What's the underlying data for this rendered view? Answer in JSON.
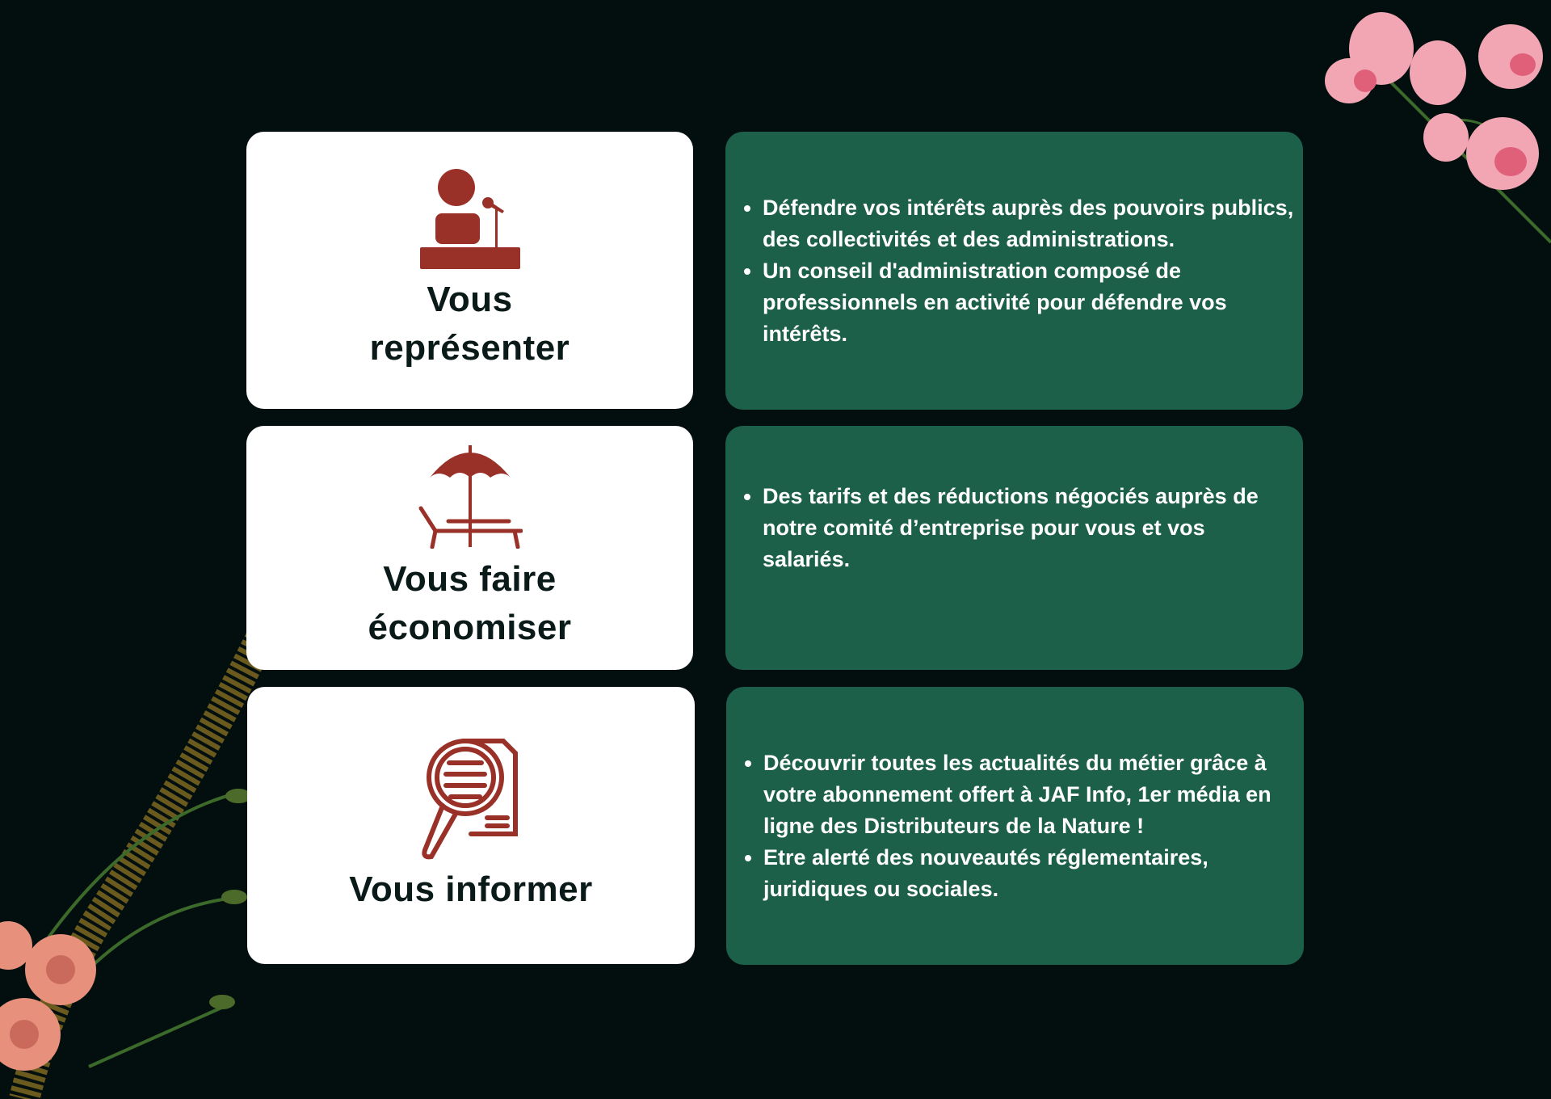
{
  "colors": {
    "background": "#030f0e",
    "card_white": "#ffffff",
    "card_green": "#1d6049",
    "icon": "#993129"
  },
  "rows": [
    {
      "title_lines": [
        "Vous",
        "représenter"
      ],
      "icon": "speaker-podium-icon",
      "bullets": [
        "Défendre vos intérêts auprès des pouvoirs publics, des collectivités et des administrations.",
        "Un conseil d'administration composé de professionnels en activité pour défendre vos intérêts."
      ]
    },
    {
      "title_lines": [
        "Vous faire",
        "économiser"
      ],
      "icon": "beach-umbrella-lounger-icon",
      "bullets": [
        "Des tarifs et des réductions négociés auprès de notre comité d’entreprise pour vous et vos salariés."
      ]
    },
    {
      "title_lines": [
        "Vous informer"
      ],
      "icon": "magnifier-document-icon",
      "bullets": [
        "Découvrir toutes les actualités du métier grâce à votre abonnement offert à JAF Info, 1er média en ligne des Distributeurs de la Nature !",
        "Etre alerté des nouveautés réglementaires, juridiques ou sociales."
      ]
    }
  ]
}
